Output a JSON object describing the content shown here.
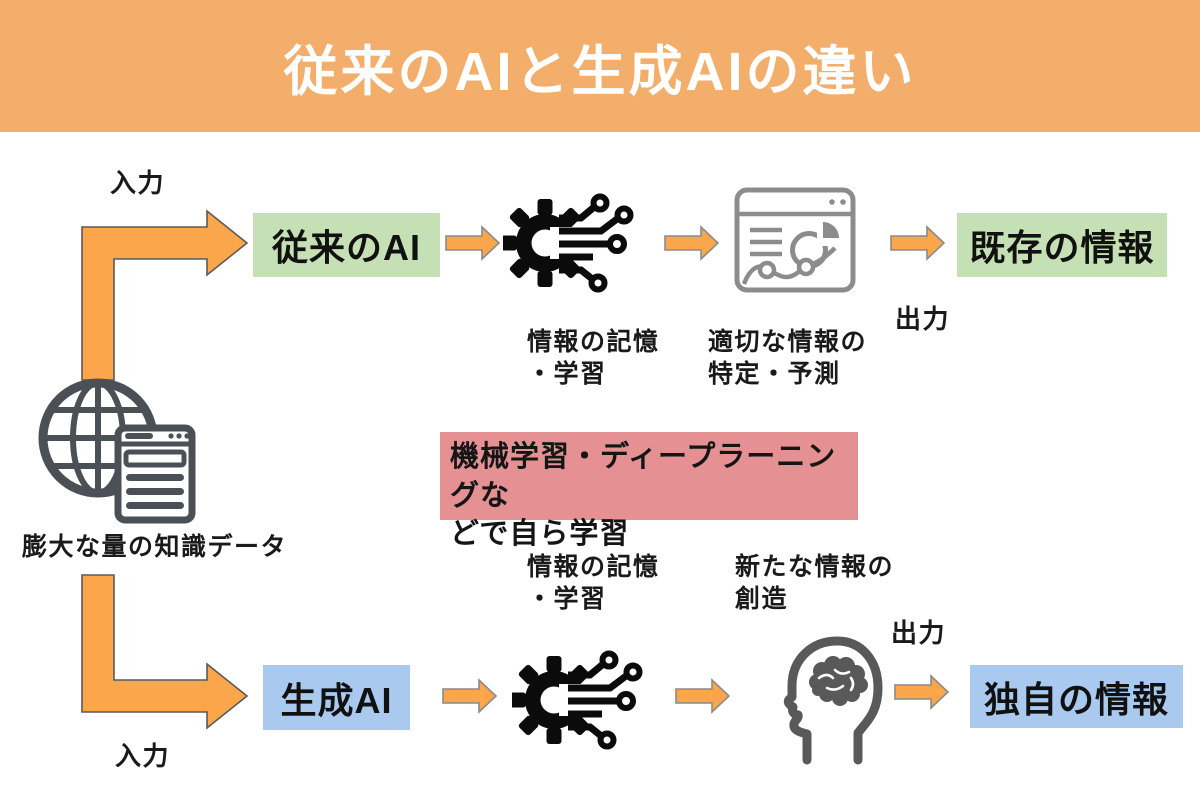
{
  "title": "従来のAIと生成AIの違い",
  "source": {
    "label": "膨大な量の知識データ",
    "icon": "globe-document-icon"
  },
  "arrows": {
    "input_top": "入力",
    "input_bottom": "入力",
    "output_top": "出力",
    "output_bottom": "出力"
  },
  "top_flow": {
    "ai_label": "従来のAI",
    "step1": {
      "line1": "情報の記憶",
      "line2": "・学習",
      "icon": "gear-circuit-icon"
    },
    "step2": {
      "line1": "適切な情報の",
      "line2": "特定・予測",
      "icon": "browser-analytics-icon"
    },
    "result_label": "既存の情報"
  },
  "bottom_flow": {
    "ai_label": "生成AI",
    "step1": {
      "line1": "情報の記憶",
      "line2": "・学習",
      "icon": "gear-circuit-icon"
    },
    "step2": {
      "line1": "新たな情報の",
      "line2": "創造",
      "icon": "head-brain-icon"
    },
    "result_label": "独自の情報"
  },
  "note": {
    "line1": "機械学習・ディープラーニングな",
    "line2": "どで自ら学習"
  },
  "colors": {
    "banner": "#F4AE6C",
    "arrow_fill": "#FBA64B",
    "arrow_outline": "#5a5a5a",
    "traditional_ai_box": "#C5E0B4",
    "generative_ai_box": "#A9C9EF",
    "note_box": "#E59193",
    "gear_icon": "#0B0B0B",
    "browser_icon": "#8C8C8C",
    "globe_icon": "#4A5056",
    "head_icon": "#595959"
  }
}
